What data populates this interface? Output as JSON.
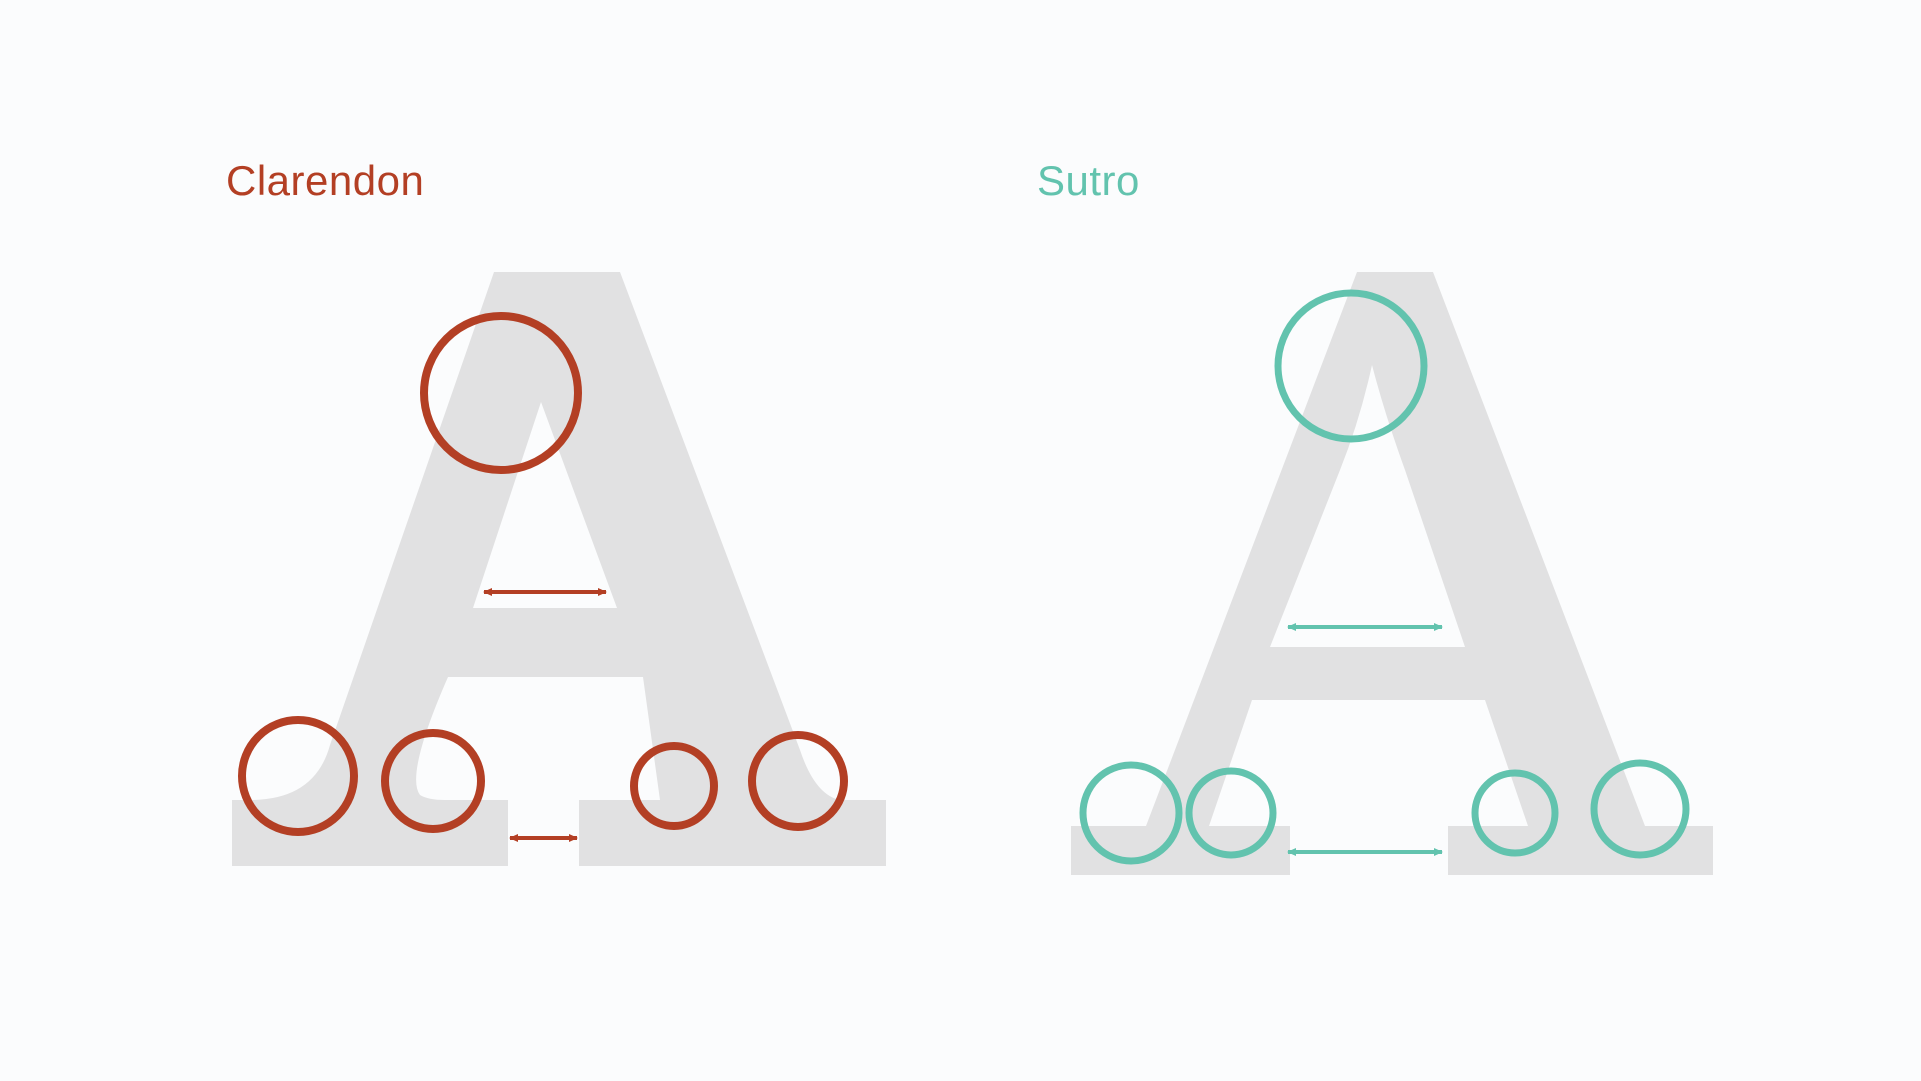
{
  "colors": {
    "background": "#fbfcfd",
    "glyph": "#e1e1e2",
    "clarendon_accent": "#b33f24",
    "sutro_accent": "#62c3ae"
  },
  "specimens": [
    {
      "id": "clarendon",
      "label": "Clarendon",
      "glyph": "A",
      "annotation_color": "#b33f24"
    },
    {
      "id": "sutro",
      "label": "Sutro",
      "glyph": "A",
      "annotation_color": "#62c3ae"
    }
  ]
}
